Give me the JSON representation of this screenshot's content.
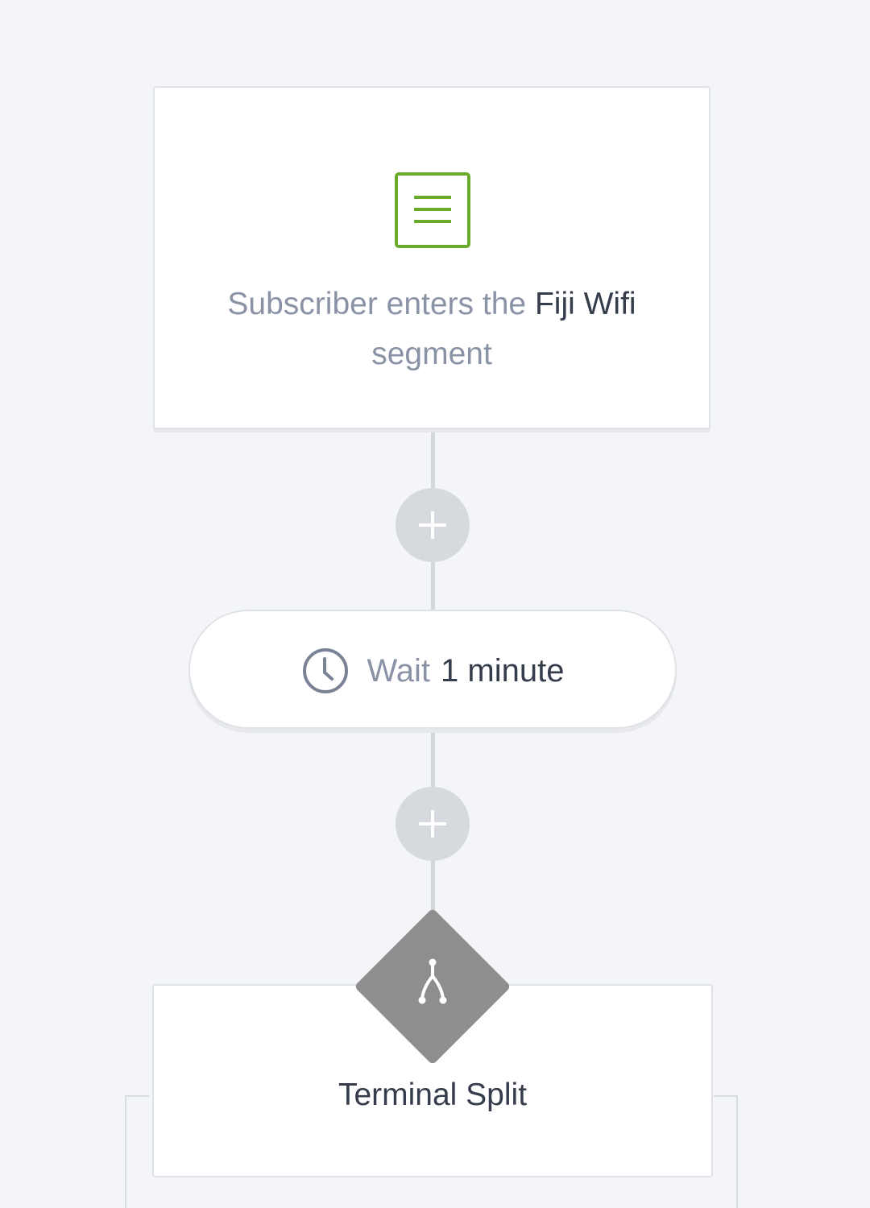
{
  "trigger": {
    "prefix": "Subscriber enters the",
    "segment_name": "Fiji Wifi",
    "suffix": "segment",
    "icon": "segment-list-icon",
    "icon_color": "#6aab2e"
  },
  "add_step_buttons": [
    {
      "icon": "plus-icon"
    },
    {
      "icon": "plus-icon"
    }
  ],
  "wait_step": {
    "label": "Wait",
    "duration": "1 minute",
    "icon": "clock-icon"
  },
  "split_step": {
    "title": "Terminal Split",
    "icon": "split-branch-icon",
    "badge_color": "#8e8e8e"
  }
}
